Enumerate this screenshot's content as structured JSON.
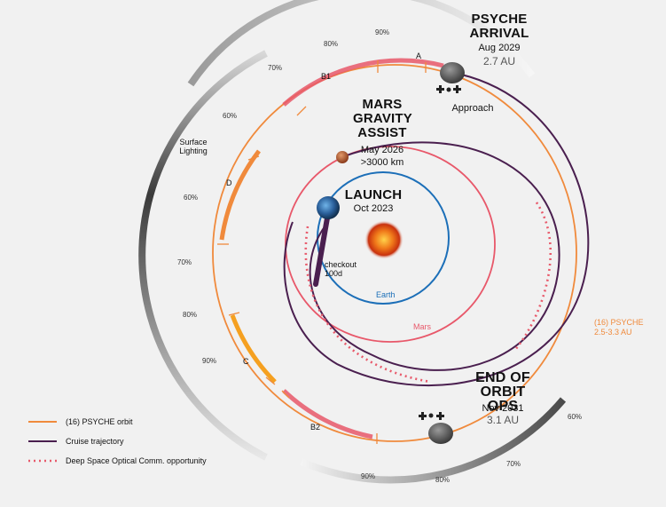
{
  "colors": {
    "background": "#f1f1f1",
    "psyche_orbit": "#f08a3c",
    "cruise": "#4a1f4f",
    "dsoc": "#e85a6b",
    "mars_orbit": "#e8586a",
    "earth_orbit": "#1c6fb8"
  },
  "events": {
    "arrival": {
      "title": "PSYCHE ARRIVAL",
      "date": "Aug 2029",
      "distance": "2.7 AU"
    },
    "approach": "Approach",
    "mars_assist": {
      "title": "MARS GRAVITY ASSIST",
      "date": "May 2026",
      "distance": ">3000 km"
    },
    "launch": {
      "title": "LAUNCH",
      "date": "Oct 2023"
    },
    "checkout": "checkout 100d",
    "end": {
      "title": "END OF ORBIT OPS",
      "date": "Nov 2031",
      "distance": "3.1 AU"
    }
  },
  "orbits": {
    "earth": "Earth",
    "mars": "Mars",
    "psyche": "(16) PSYCHE",
    "psyche_range": "2.5-3.3 AU"
  },
  "phases": [
    "A",
    "B1",
    "D",
    "C",
    "B2"
  ],
  "surface_lighting": "Surface Lighting",
  "lighting_percents": [
    "90%",
    "80%",
    "70%",
    "60%",
    "60%",
    "70%",
    "80%",
    "90%",
    "60%",
    "70%",
    "80%",
    "90%"
  ],
  "legend": [
    {
      "label": "(16) PSYCHE orbit",
      "style": "psyche"
    },
    {
      "label": "Cruise trajectory",
      "style": "cruise"
    },
    {
      "label": "Deep Space Optical Comm. opportunity",
      "style": "dsoc"
    }
  ]
}
